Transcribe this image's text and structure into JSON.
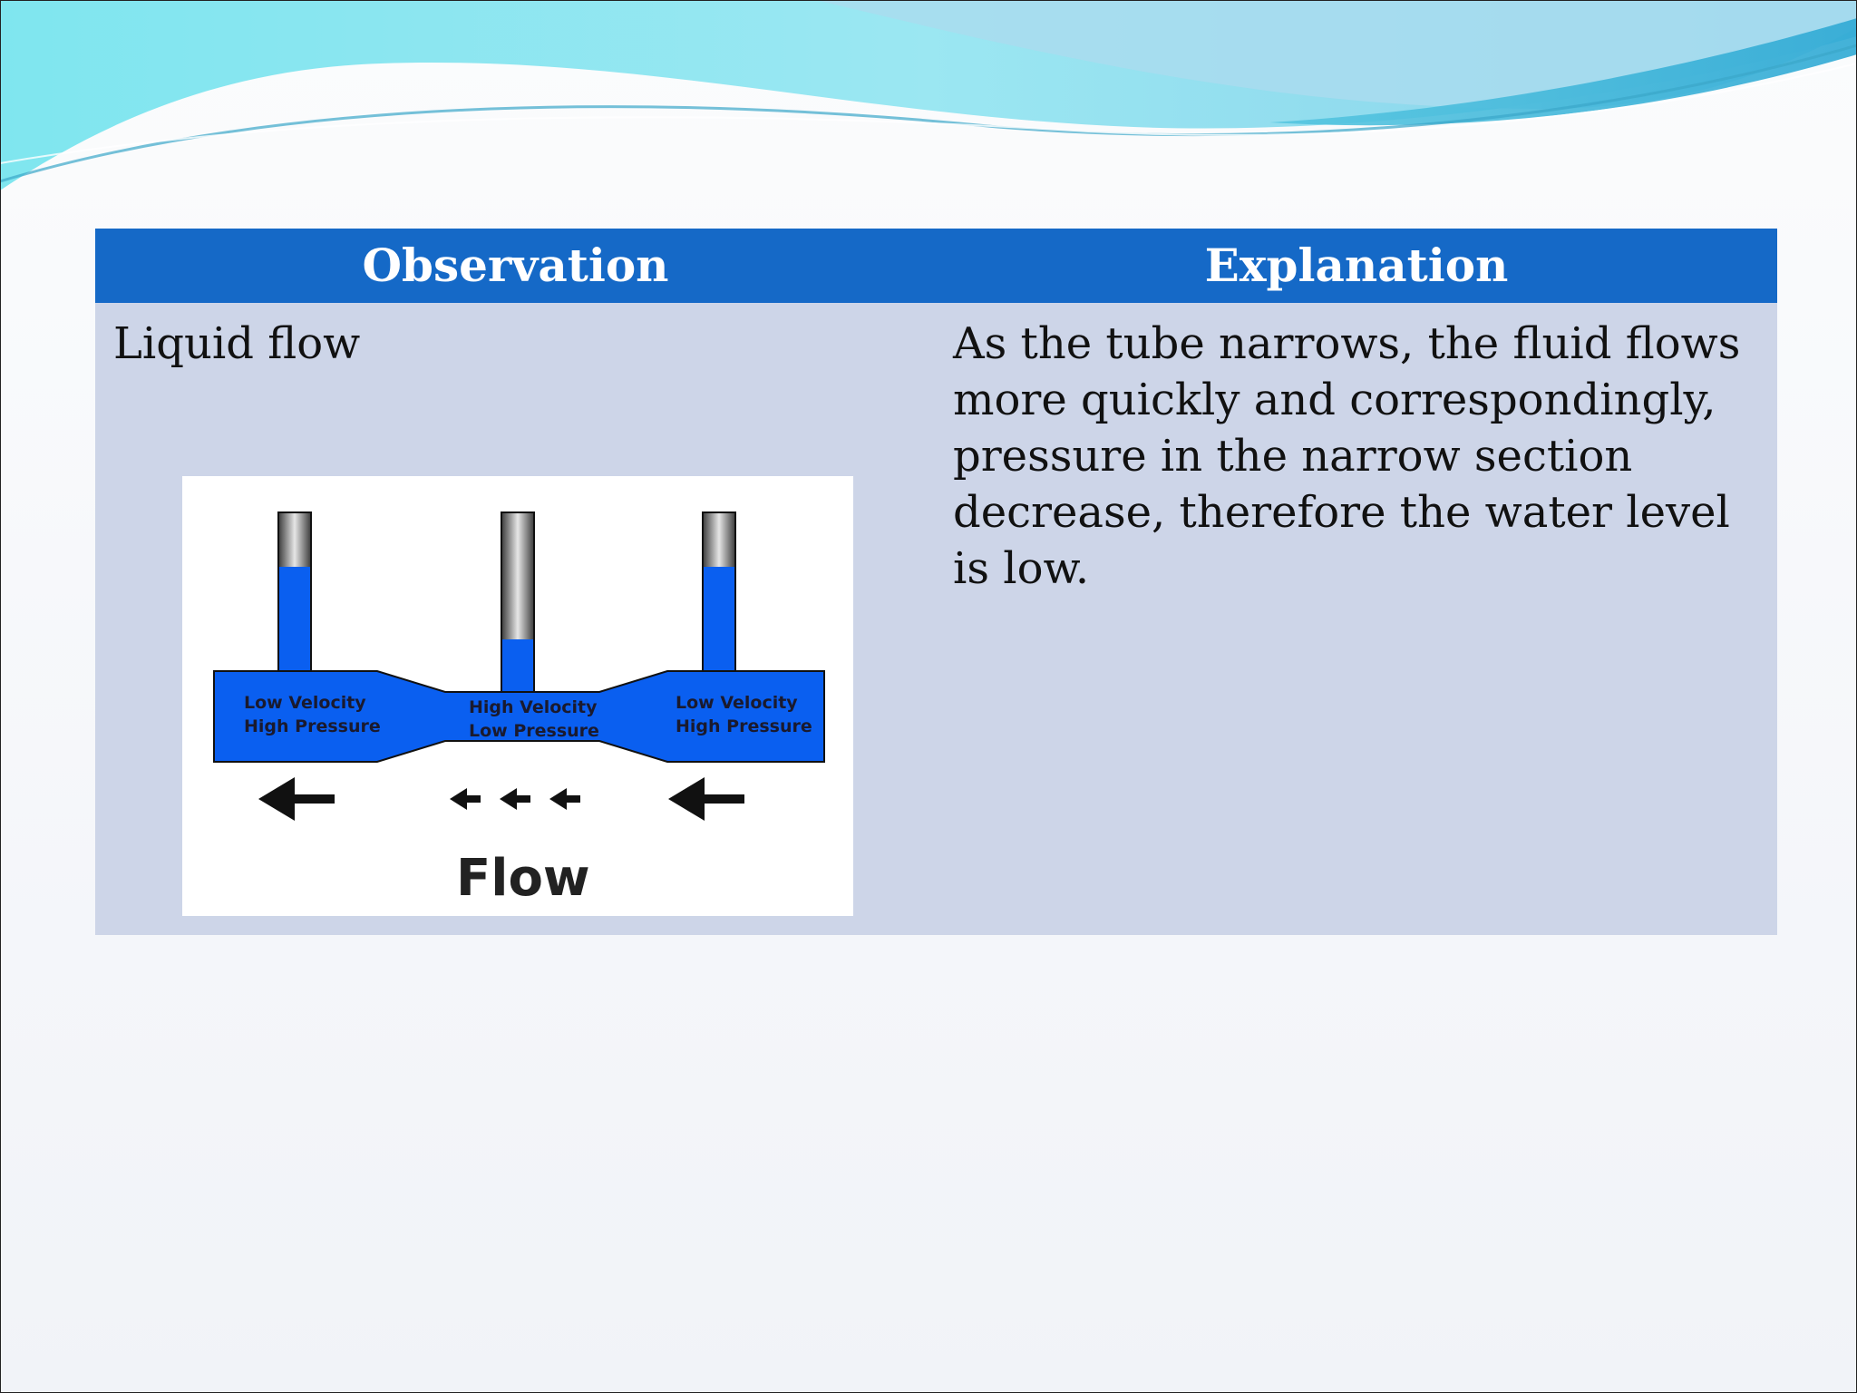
{
  "table": {
    "headers": {
      "observation": "Observation",
      "explanation": "Explanation"
    },
    "rows": [
      {
        "observation": "Liquid flow",
        "explanation": "As the tube narrows, the fluid flows more quickly and correspondingly, pressure in the narrow section decrease, therefore the water level is low."
      }
    ]
  },
  "figure": {
    "left_label": {
      "line1": "Low Velocity",
      "line2": "High Pressure"
    },
    "middle_label": {
      "line1": "High Velocity",
      "line2": "Low Pressure"
    },
    "right_label": {
      "line1": "Low Velocity",
      "line2": "High Pressure"
    },
    "caption": "Flow",
    "water_color": "#0a5ff0"
  },
  "colors": {
    "header_bg": "#1569c7",
    "body_bg": "#cdd5e8",
    "header_text": "#ffffff"
  }
}
